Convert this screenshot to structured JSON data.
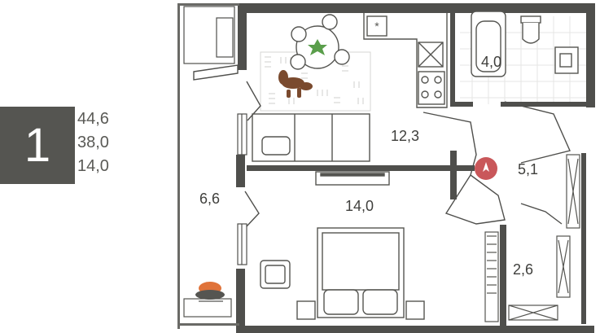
{
  "apartment": {
    "rooms_count": "1",
    "areas": [
      "44,6",
      "38,0",
      "14,0"
    ]
  },
  "rooms": [
    {
      "id": "kitchen",
      "label": "12,3"
    },
    {
      "id": "bathroom",
      "label": "4,0"
    },
    {
      "id": "hallway",
      "label": "5,1"
    },
    {
      "id": "balcony",
      "label": "6,6"
    },
    {
      "id": "bedroom",
      "label": "14,0"
    },
    {
      "id": "closet",
      "label": "2,6"
    }
  ],
  "colors": {
    "wall": "#4f4f4c",
    "badge": "#555551",
    "accent": "#c9575a",
    "furniture": "#555551",
    "plant": "#5a9e4b",
    "dog": "#7a4a2e",
    "chair": "#e0733a"
  }
}
